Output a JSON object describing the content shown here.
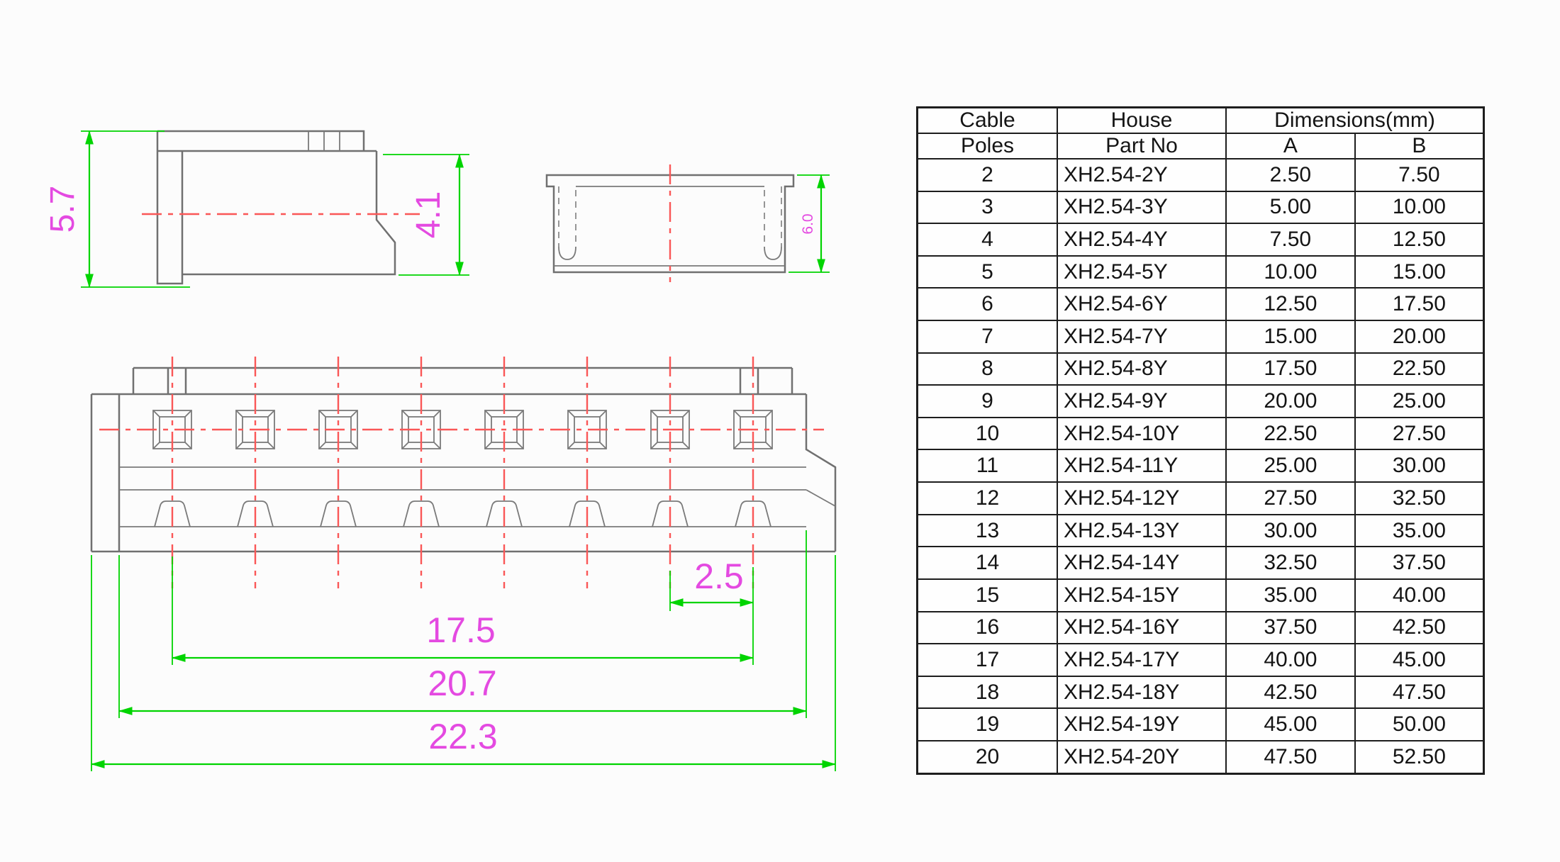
{
  "drawing": {
    "side_view": {
      "overall_height": "5.7",
      "body_height": "4.1"
    },
    "cap_view": {
      "height": "6.0"
    },
    "plan_view": {
      "pitch": "2.5",
      "pin_span": "17.5",
      "body_width": "20.7",
      "overall_width": "22.3"
    }
  },
  "table": {
    "header": {
      "cable": "Cable",
      "poles": "Poles",
      "house": "House",
      "part_no": "Part No",
      "dimensions": "Dimensions(mm)",
      "col_a": "A",
      "col_b": "B"
    },
    "rows": [
      [
        "2",
        "XH2.54-2Y",
        "2.50",
        "7.50"
      ],
      [
        "3",
        "XH2.54-3Y",
        "5.00",
        "10.00"
      ],
      [
        "4",
        "XH2.54-4Y",
        "7.50",
        "12.50"
      ],
      [
        "5",
        "XH2.54-5Y",
        "10.00",
        "15.00"
      ],
      [
        "6",
        "XH2.54-6Y",
        "12.50",
        "17.50"
      ],
      [
        "7",
        "XH2.54-7Y",
        "15.00",
        "20.00"
      ],
      [
        "8",
        "XH2.54-8Y",
        "17.50",
        "22.50"
      ],
      [
        "9",
        "XH2.54-9Y",
        "20.00",
        "25.00"
      ],
      [
        "10",
        "XH2.54-10Y",
        "22.50",
        "27.50"
      ],
      [
        "11",
        "XH2.54-11Y",
        "25.00",
        "30.00"
      ],
      [
        "12",
        "XH2.54-12Y",
        "27.50",
        "32.50"
      ],
      [
        "13",
        "XH2.54-13Y",
        "30.00",
        "35.00"
      ],
      [
        "14",
        "XH2.54-14Y",
        "32.50",
        "37.50"
      ],
      [
        "15",
        "XH2.54-15Y",
        "35.00",
        "40.00"
      ],
      [
        "16",
        "XH2.54-16Y",
        "37.50",
        "42.50"
      ],
      [
        "17",
        "XH2.54-17Y",
        "40.00",
        "45.00"
      ],
      [
        "18",
        "XH2.54-18Y",
        "42.50",
        "47.50"
      ],
      [
        "19",
        "XH2.54-19Y",
        "45.00",
        "50.00"
      ],
      [
        "20",
        "XH2.54-20Y",
        "47.50",
        "52.50"
      ]
    ]
  },
  "colors": {
    "dimension_green": "#00d400",
    "label_magenta": "#e44ae1",
    "centerline_red": "#fa5757",
    "part_line_gray": "#707070",
    "table_line_black": "#1d1d1d"
  }
}
